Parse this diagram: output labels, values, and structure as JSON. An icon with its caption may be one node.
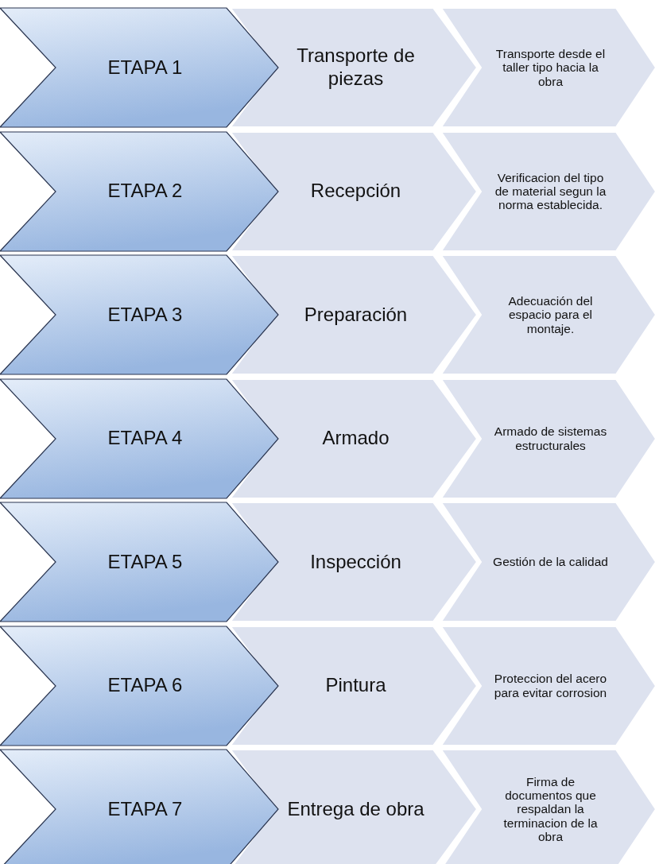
{
  "diagram": {
    "nodes": [
      {
        "text": [
          "ETAPA 1"
        ]
      },
      {
        "text": [
          "Transporte de piezas"
        ]
      },
      {
        "text": [
          "Transporte desde el taller tipo hacia la obra"
        ]
      },
      {
        "text": [
          "ETAPA 2"
        ]
      },
      {
        "text": [
          "Recepción"
        ]
      },
      {
        "text": [
          "Verificacion del tipo de material segun la norma establecida."
        ]
      },
      {
        "text": [
          "ETAPA 3"
        ]
      },
      {
        "text": [
          "Preparación"
        ]
      },
      {
        "text": [
          "Adecuación del espacio para el montaje."
        ]
      },
      {
        "text": [
          "ETAPA 4"
        ]
      },
      {
        "text": [
          "Armado"
        ]
      },
      {
        "text": [
          "Armado de sistemas estructurales"
        ]
      },
      {
        "text": [
          "ETAPA 5"
        ]
      },
      {
        "text": [
          "Inspección"
        ]
      },
      {
        "text": [
          "Gestión de la calidad"
        ]
      },
      {
        "text": [
          "ETAPA 6"
        ]
      },
      {
        "text": [
          "Pintura"
        ]
      },
      {
        "text": [
          "Proteccion del acero para evitar corrosion"
        ]
      },
      {
        "text": [
          "ETAPA 7"
        ]
      },
      {
        "text": [
          "Entrega de obra"
        ]
      },
      {
        "text": [
          "Firma de documentos que respaldan la terminacion de la obra"
        ]
      }
    ]
  }
}
